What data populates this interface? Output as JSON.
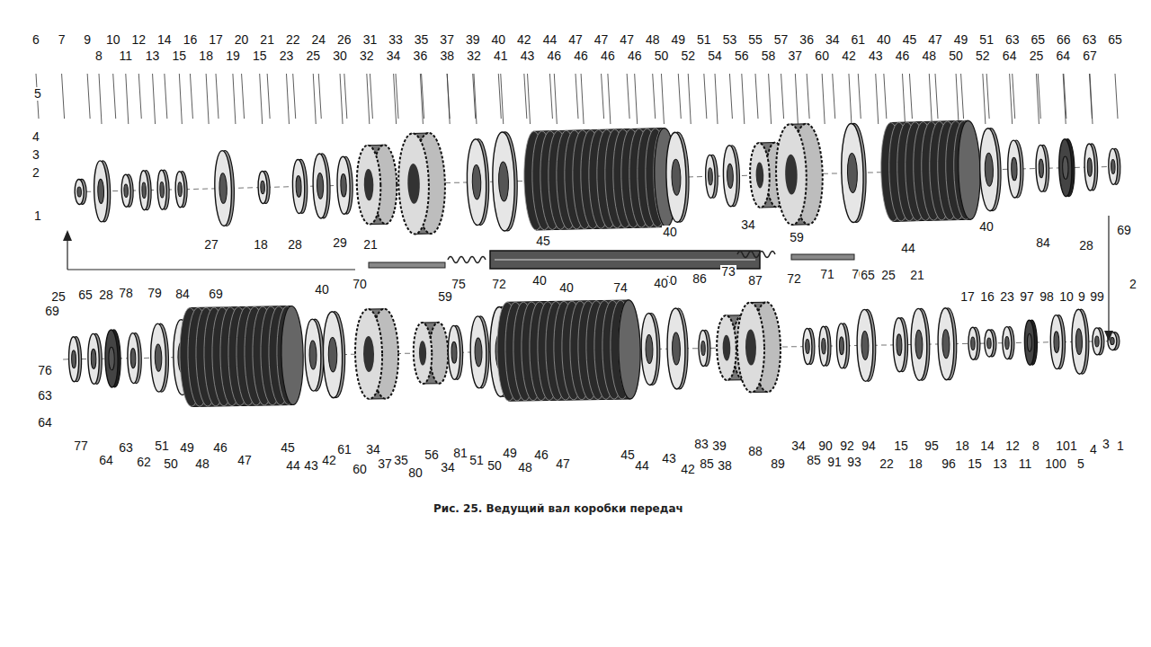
{
  "diagram": {
    "caption": "Рис. 25. Ведущий вал коробки передач",
    "labels": [
      "6",
      "7",
      "9",
      "10",
      "12",
      "14",
      "16",
      "17",
      "20",
      "21",
      "22",
      "24",
      "26",
      "31",
      "33",
      "35",
      "37",
      "39",
      "40",
      "42",
      "44",
      "47",
      "47",
      "47",
      "48",
      "49",
      "51",
      "53",
      "55",
      "57",
      "36",
      "34",
      "61",
      "40",
      "45",
      "47",
      "49",
      "51",
      "63",
      "65",
      "66",
      "63",
      "65",
      "8",
      "11",
      "13",
      "15",
      "18",
      "19",
      "15",
      "23",
      "25",
      "30",
      "32",
      "34",
      "36",
      "38",
      "32",
      "41",
      "43",
      "46",
      "46",
      "46",
      "46",
      "50",
      "52",
      "54",
      "56",
      "58",
      "37",
      "60",
      "42",
      "43",
      "46",
      "48",
      "50",
      "52",
      "64",
      "25",
      "64",
      "67",
      "5",
      "4",
      "3",
      "2",
      "1",
      "27",
      "18",
      "28",
      "29",
      "21",
      "45",
      "40",
      "34",
      "59",
      "44",
      "40",
      "84",
      "28",
      "69",
      "70",
      "75",
      "72",
      "40",
      "74",
      "40",
      "86",
      "73",
      "87",
      "72",
      "71",
      "70",
      "25",
      "65",
      "28",
      "78",
      "79",
      "84",
      "69",
      "69",
      "40",
      "59",
      "40",
      "40",
      "65",
      "25",
      "21",
      "17",
      "16",
      "23",
      "97",
      "98",
      "10",
      "9",
      "99",
      "2",
      "76",
      "63",
      "64",
      "77",
      "64",
      "63",
      "62",
      "51",
      "50",
      "49",
      "48",
      "46",
      "47",
      "45",
      "44",
      "43",
      "42",
      "61",
      "60",
      "34",
      "37",
      "35",
      "80",
      "56",
      "34",
      "81",
      "51",
      "50",
      "49",
      "48",
      "46",
      "47",
      "45",
      "44",
      "43",
      "42",
      "83",
      "85",
      "39",
      "38",
      "88",
      "89",
      "34",
      "85",
      "90",
      "91",
      "92",
      "93",
      "94",
      "22",
      "15",
      "18",
      "95",
      "96",
      "18",
      "15",
      "14",
      "13",
      "12",
      "11",
      "8",
      "100",
      "101",
      "5",
      "4",
      "3",
      "1"
    ]
  }
}
